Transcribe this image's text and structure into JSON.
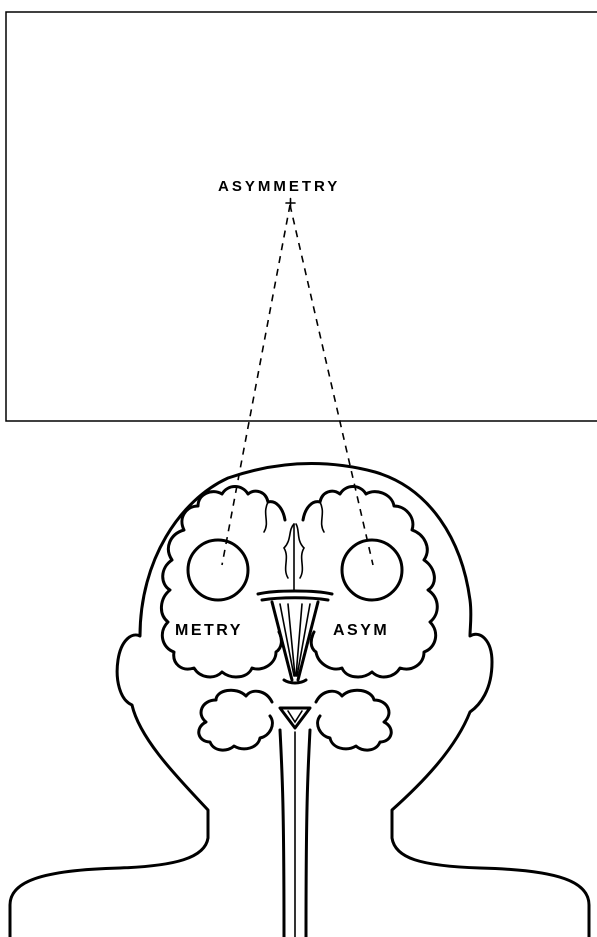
{
  "screen": {
    "label": "ASYMMETRY"
  },
  "brain": {
    "left_hemisphere_label": "METRY",
    "right_hemisphere_label": "ASYM"
  }
}
